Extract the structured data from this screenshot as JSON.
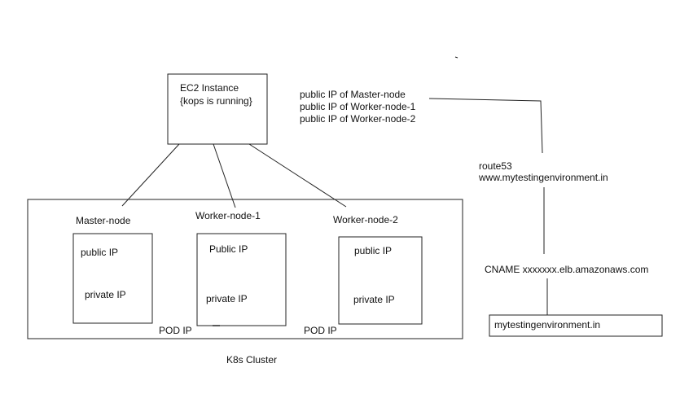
{
  "ec2": {
    "title": "EC2 Instance",
    "subtitle": "{kops is running}"
  },
  "public_ips": [
    "public IP of Master-node",
    "public IP of Worker-node-1",
    "public IP of Worker-node-2"
  ],
  "route53": {
    "title": "route53",
    "domain": "www.mytestingenvironment.in"
  },
  "cname": "CNAME xxxxxxx.elb.amazonaws.com",
  "hosted_domain": "mytestingenvironment.in",
  "cluster": {
    "label": "K8s Cluster",
    "nodes": [
      {
        "name": "Master-node",
        "public": "public IP",
        "private": "private IP"
      },
      {
        "name": "Worker-node-1",
        "public": "Public IP",
        "private": "private IP"
      },
      {
        "name": "Worker-node-2",
        "public": "public IP",
        "private": "private IP"
      }
    ],
    "pod_labels": [
      "POD IP",
      "POD IP"
    ]
  }
}
